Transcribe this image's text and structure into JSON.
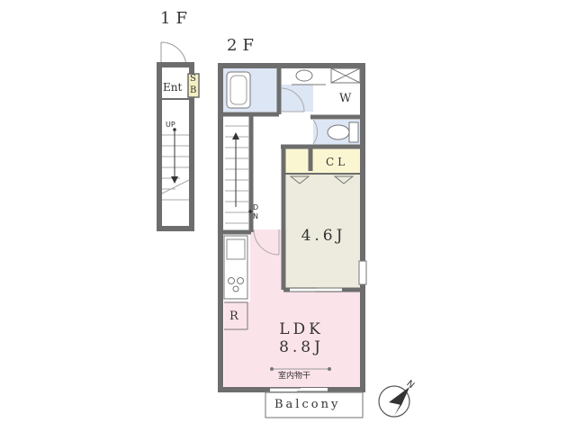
{
  "floors": {
    "first": "1F",
    "second": "2F"
  },
  "rooms": {
    "entrance": "Ent",
    "shoe_box_s": "S",
    "shoe_box_b": "B",
    "washer": "W",
    "closet": "CL",
    "western_room": "4.6J",
    "ldk_title": "LDK",
    "ldk_size": "8.8J",
    "refrigerator": "R",
    "indoor_drying": "室内物干",
    "balcony": "Balcony"
  },
  "stairs": {
    "up": "UP",
    "down_d": "D",
    "down_n": "N"
  },
  "compass": {
    "north": "N"
  },
  "colors": {
    "wall": "#6d6d6d",
    "ldk_floor": "#fbe3ea",
    "western_floor": "#ecebdd",
    "wet_area": "#dde6f5",
    "closet_floor": "#fbf6d2",
    "shoe_box": "#f5efc4"
  }
}
